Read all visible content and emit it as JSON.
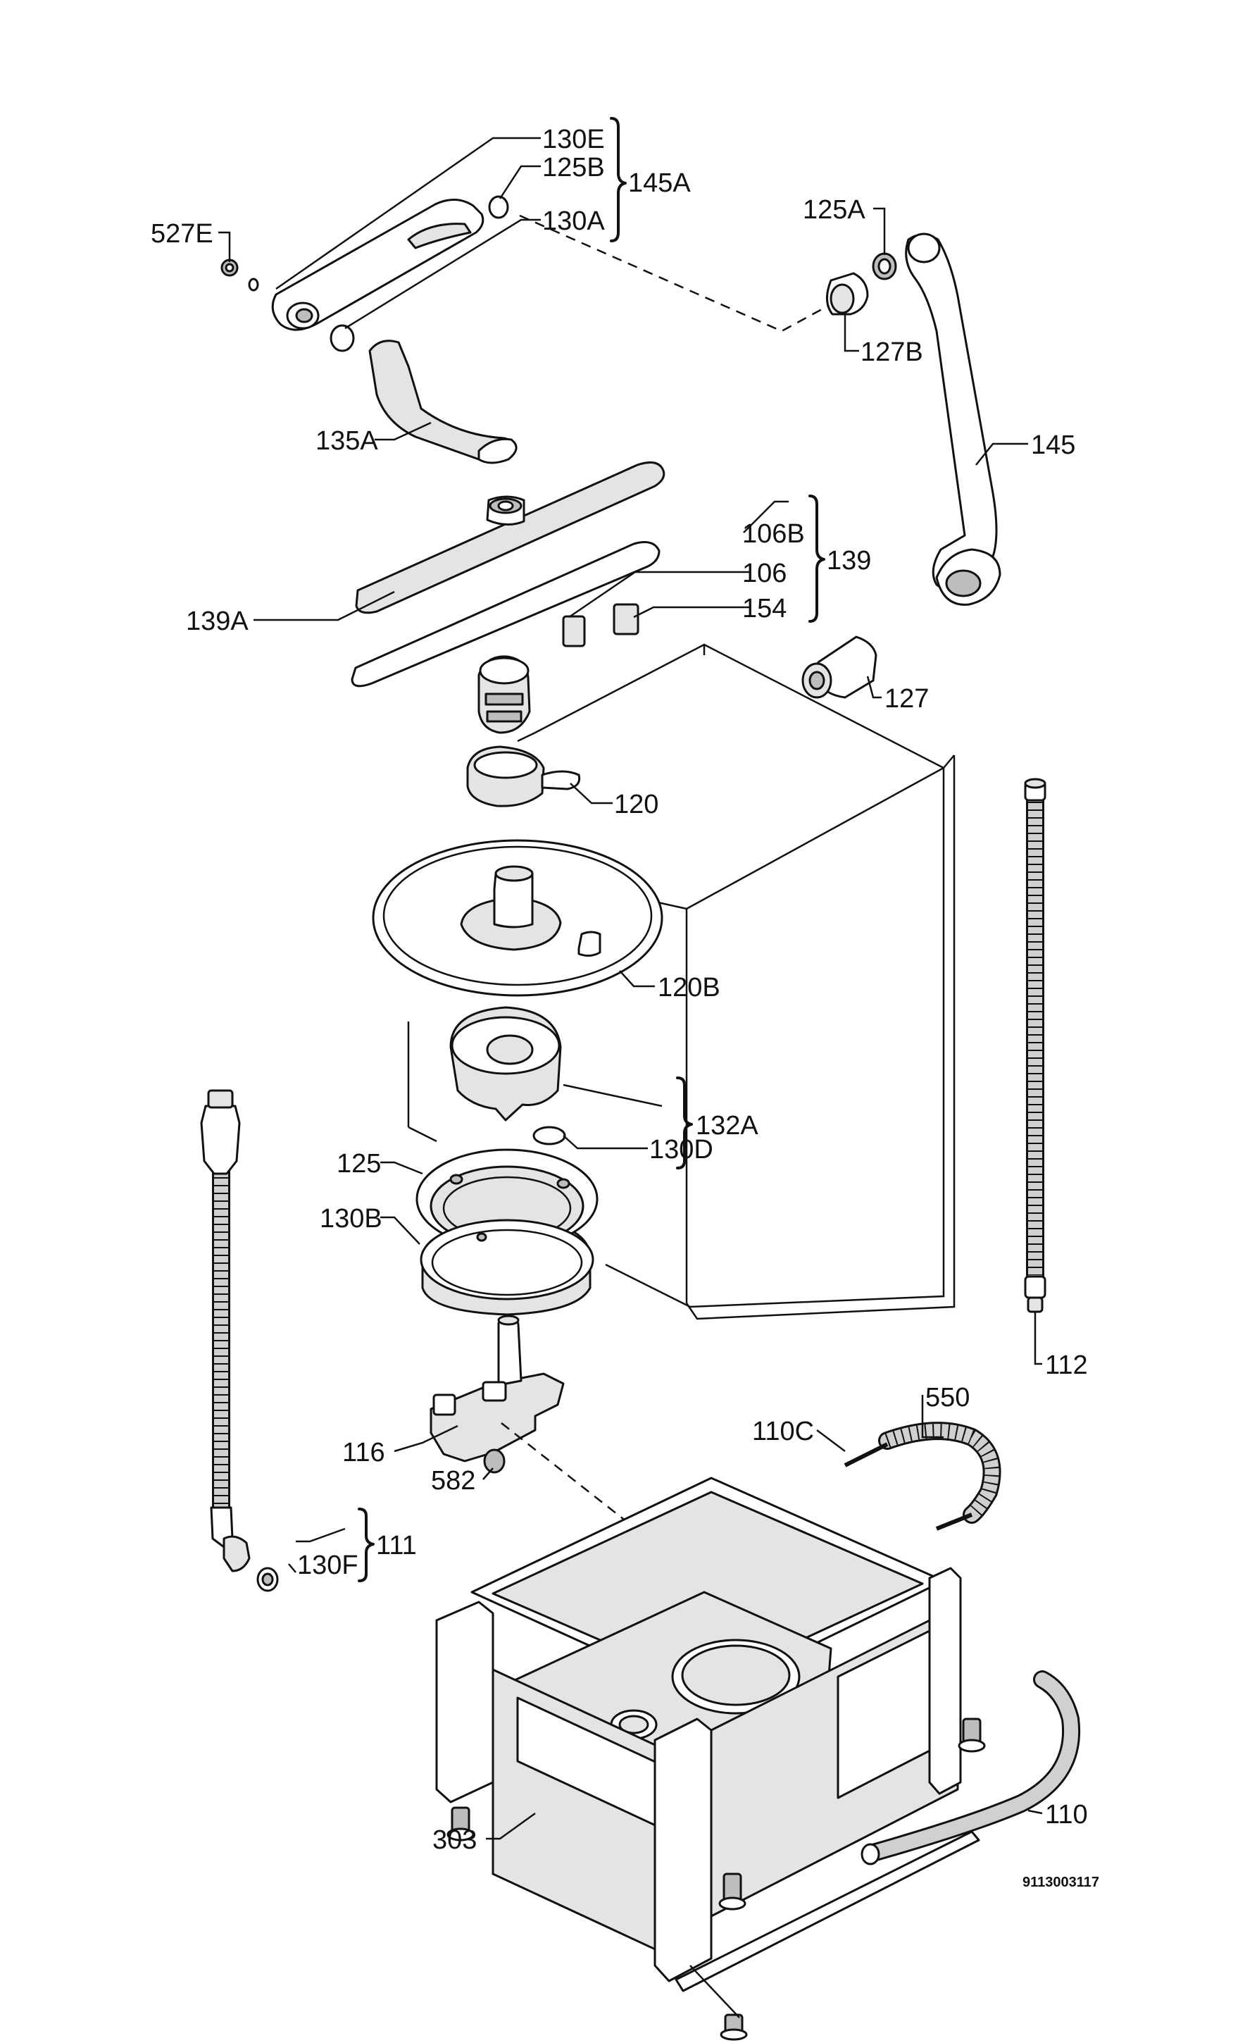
{
  "labels": {
    "p130E": "130E",
    "p125B": "125B",
    "p145A": "145A",
    "p527E": "527E",
    "p130A": "130A",
    "p125A": "125A",
    "p127B": "127B",
    "p135A": "135A",
    "p145": "145",
    "p106B": "106B",
    "p139": "139",
    "p106": "106",
    "p154": "154",
    "p139A": "139A",
    "p127": "127",
    "p120": "120",
    "p120B": "120B",
    "p132A": "132A",
    "p130D": "130D",
    "p125": "125",
    "p130B": "130B",
    "p112": "112",
    "p550": "550",
    "p110C": "110C",
    "p116": "116",
    "p582": "582",
    "p111": "111",
    "p130F": "130F",
    "p110": "110",
    "p303": "303"
  },
  "document_id": "9113003117",
  "icons": {
    "upper_spray_arm": "upper-spray-arm-icon",
    "feed_pipe": "feed-pipe-icon",
    "lower_spray_arm": "lower-spray-arm-icon",
    "filter_plate": "filter-plate-icon",
    "sump": "sump-icon",
    "base_frame": "base-frame-icon",
    "hose": "hose-icon",
    "cabinet": "cabinet-outline-icon"
  }
}
